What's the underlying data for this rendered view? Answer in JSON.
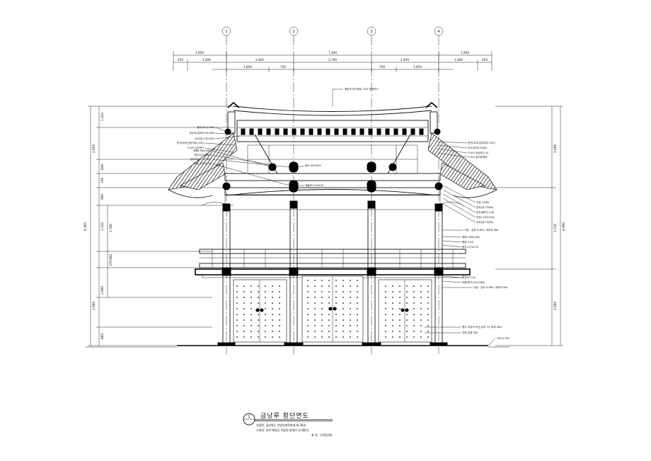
{
  "drawing": {
    "grid_markers": [
      "1",
      "2",
      "3",
      "4"
    ],
    "top_dimensions": {
      "row1": [
        "1,950",
        "7,300",
        "1,950"
      ],
      "row2": [
        "450",
        "1,400",
        "2,400",
        "2,700",
        "2,400",
        "1,400",
        "450"
      ],
      "row3": [
        "1,650",
        "750",
        "750",
        "1,650"
      ]
    },
    "left_dimensions": [
      "1,324",
      "2,056",
      "848",
      "720",
      "900",
      "1,700",
      "2,720",
      "600",
      "370",
      "2,600",
      "1,600",
      "880",
      "6,395"
    ],
    "right_dimensions": [
      "2,096",
      "2,720",
      "8,690",
      "2,600"
    ],
    "roof_note": "용마루 양기와로, 모고 방제하기",
    "left_labels": [
      "용두(도:2/:395)",
      "장도리(장치라:95/280)",
      "도리(장:150/185)",
      "판석(조례 장부계(2.5차))",
      "T:100 상인문구",
      "종량(:285/280)",
      "종도리(:0:380)",
      "중도리(:0:10/180)",
      "중보(:250/270)"
    ],
    "center_labels": [
      "종도:300/390",
      "대들보:370/435"
    ],
    "right_labels": [
      "판석(조례 장부계(2.5차))",
      "도리(부재:75/65)",
      "T:100 공성리(2.5)",
      "T:100 상인문계외",
      "주련:75/85",
      "장혀(부:75/80)",
      "부연(회려):1:30",
      "부연(:105/105)",
      "소혀(대:75/85)",
      "기둥 : 상부 D:355, 하부D:385",
      "창방(:380/180)",
      "평방:1:45",
      "평주(:370/70)",
      "창방보:7:52",
      "머름(회지:150/180)",
      "기둥 : 상부 D:380, 하부D:350",
      "평주 초공석 자산:상부 70,  하부 480",
      "지면 경계 마감",
      "기단석 기초"
    ],
    "title": "금낭루 횡단면도",
    "title_number": "1",
    "notes": [
      "지정문: 경상북도 지방유형문화재 제 36호",
      "소재지: 경북 예천군 하읍면 발태리 산-8번지"
    ],
    "scale": "축 척 : 1/50(30)"
  }
}
